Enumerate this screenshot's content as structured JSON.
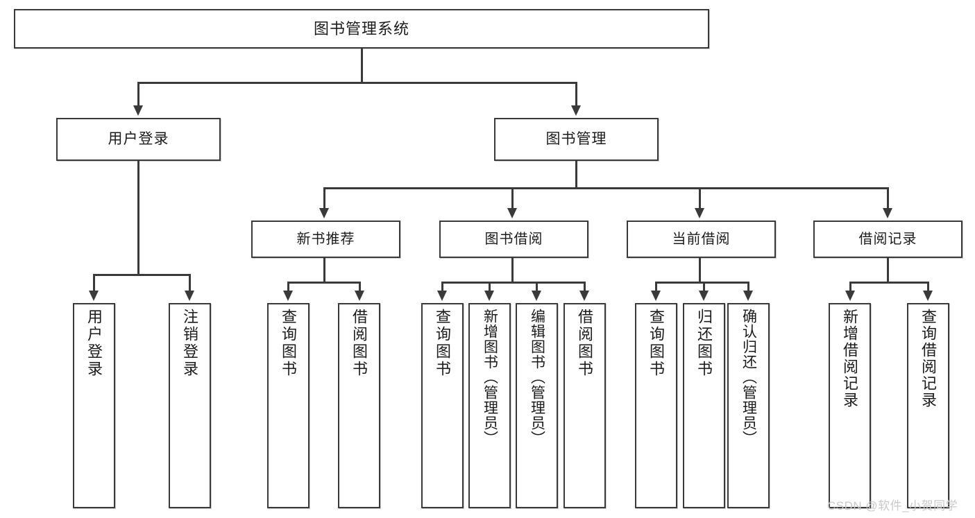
{
  "diagram": {
    "type": "tree-hierarchy-flowchart",
    "title": "图书管理系统",
    "watermark": "CSDN @软件_小贺同学",
    "colors": {
      "stroke": "#3a3a3a",
      "fill": "#ffffff",
      "text": "#1b1b1b",
      "watermark": "#c9c9c9"
    },
    "nodes": {
      "root": {
        "label": "图书管理系统"
      },
      "level2": [
        {
          "label": "用户登录"
        },
        {
          "label": "图书管理"
        }
      ],
      "level3": [
        {
          "label": "新书推荐"
        },
        {
          "label": "图书借阅"
        },
        {
          "label": "当前借阅"
        },
        {
          "label": "借阅记录"
        }
      ],
      "leaves": {
        "user_login": [
          {
            "label": "用户登录"
          },
          {
            "label": "注销登录"
          }
        ],
        "new_book_recommend": [
          {
            "label": "查询图书"
          },
          {
            "label": "借阅图书"
          }
        ],
        "book_borrow": [
          {
            "label": "查询图书"
          },
          {
            "label": "新增图书（管理员）"
          },
          {
            "label": "编辑图书（管理员）"
          },
          {
            "label": "借阅图书"
          }
        ],
        "current_borrow": [
          {
            "label": "查询图书"
          },
          {
            "label": "归还图书"
          },
          {
            "label": "确认归还（管理员）"
          }
        ],
        "borrow_record": [
          {
            "label": "新增借阅记录"
          },
          {
            "label": "查询借阅记录"
          }
        ]
      }
    }
  }
}
